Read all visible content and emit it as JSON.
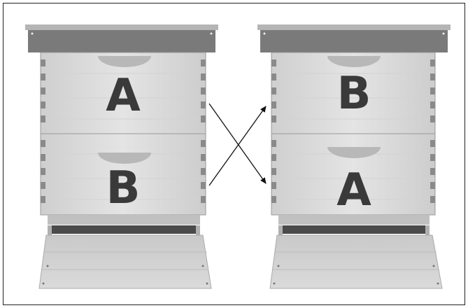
{
  "hives": [
    {
      "id": "left",
      "top_box_letter": "A",
      "bottom_box_letter": "B"
    },
    {
      "id": "right",
      "top_box_letter": "B",
      "bottom_box_letter": "A"
    }
  ],
  "colors": {
    "wood_light": "#dcdcdc",
    "wood_mid": "#c8c8c8",
    "wood_dark": "#8a8a8a",
    "cover": "#7a7a7a",
    "cover_metal": "#b5b5b5",
    "letter": "#3a3a3a",
    "arrow": "#111111"
  }
}
